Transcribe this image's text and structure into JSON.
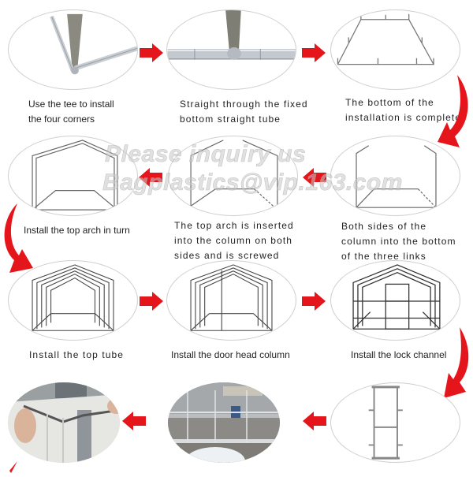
{
  "steps": [
    {
      "id": 1,
      "caption": "Use the tee to install\nthe four  corners",
      "image": "tee-corner-joint"
    },
    {
      "id": 2,
      "caption": "Straight through the fixed\nbottom straight tube",
      "image": "straight-tube-joint"
    },
    {
      "id": 3,
      "caption": "The bottom of the\ninstallation is complete",
      "image": "bottom-frame"
    },
    {
      "id": 4,
      "caption": "Both sides of the\ncolumn into the bottom\nof the three links",
      "image": "side-columns"
    },
    {
      "id": 5,
      "caption": "The top arch is inserted\ninto the column on both\nsides and is screwed",
      "image": "top-arch-inserted"
    },
    {
      "id": 6,
      "caption": "Install the top arch in turn",
      "image": "top-arches-in-turn"
    },
    {
      "id": 7,
      "caption": "Install the top tube",
      "image": "top-tube-frame"
    },
    {
      "id": 8,
      "caption": "Install the door head column",
      "image": "door-head-column"
    },
    {
      "id": 9,
      "caption": "Install the lock channel",
      "image": "lock-channel-frame"
    },
    {
      "id": 10,
      "caption": "",
      "image": "door-frame"
    },
    {
      "id": 11,
      "caption": "",
      "image": "photo-assembled-frame"
    },
    {
      "id": 12,
      "caption": "",
      "image": "photo-cover-installation"
    }
  ],
  "watermark": {
    "line1": "Please inquiry us",
    "line2": "Bagplastics@vip.163.com"
  },
  "colors": {
    "arrow": "#e5161b",
    "ellipse_border": "#cfcfcf",
    "line_art": "#555555",
    "caption_text": "#222222"
  }
}
